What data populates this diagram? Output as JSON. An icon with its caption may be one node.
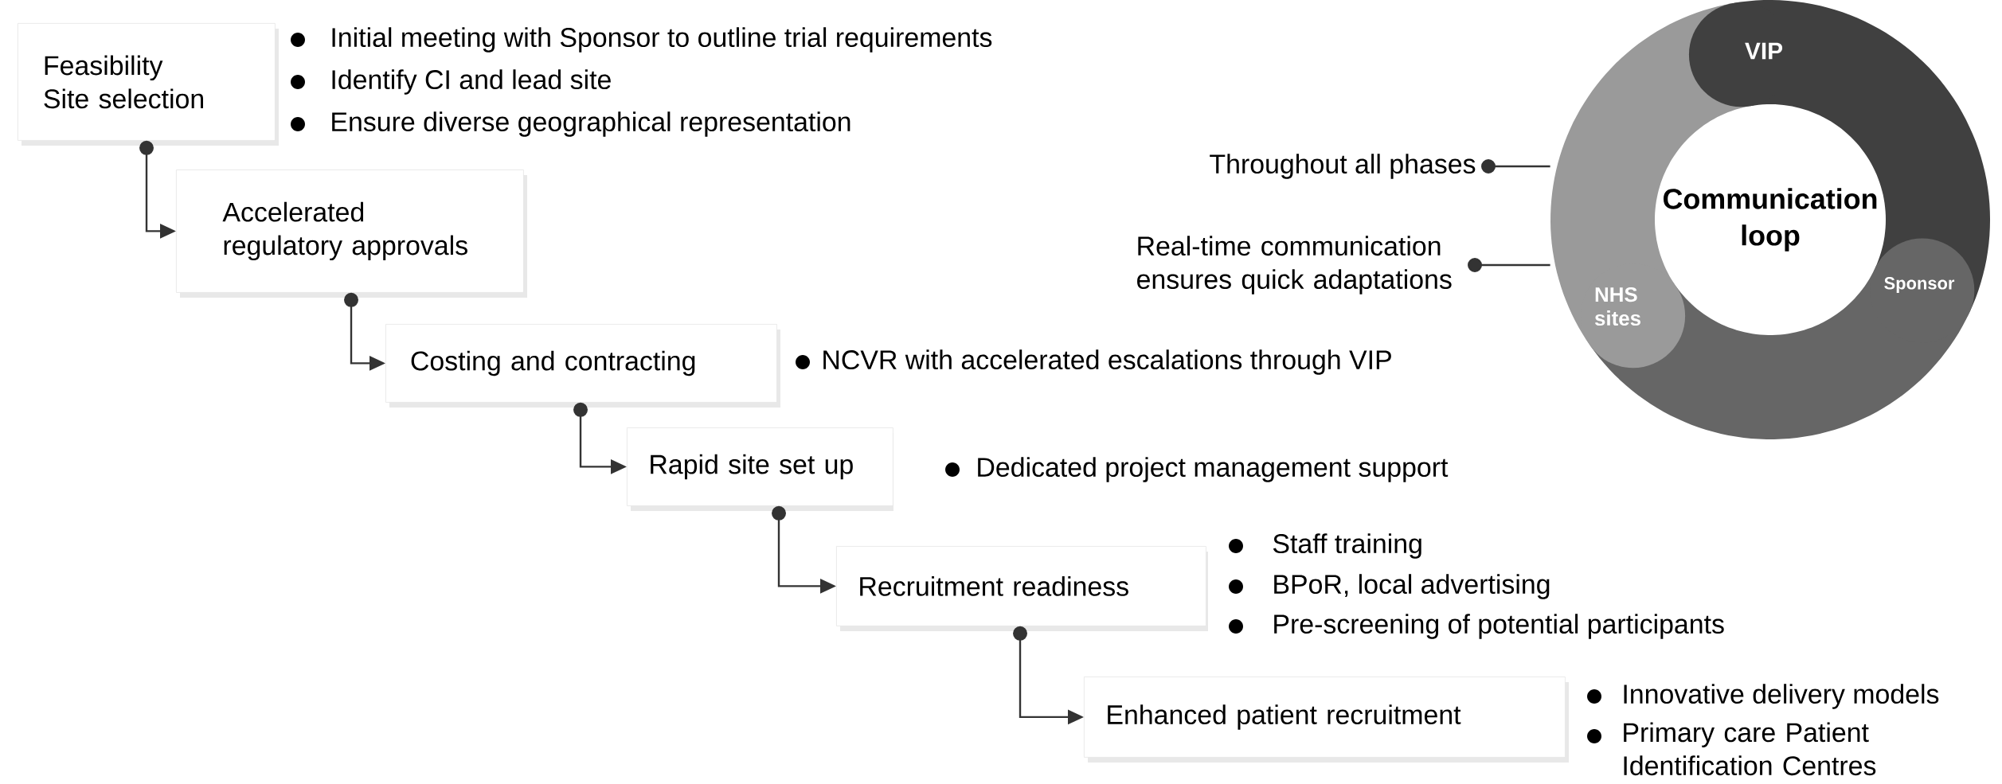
{
  "diagram": {
    "nodes": [
      {
        "text": [
          "Feasibility",
          "Site selection"
        ],
        "beside": [
          "Initial meeting with Sponsor to outline trial requirements",
          "Identify CI and lead site",
          "Ensure diverse geographical representation"
        ]
      },
      {
        "text": [
          "Accelerated regulatory approvals"
        ]
      },
      {
        "text": [
          "Costing and contracting"
        ],
        "beside": [
          "NCVR with accelerated escalations through VIP"
        ]
      },
      {
        "text": [
          "Rapid site set up"
        ],
        "beside": [
          "Dedicated project management support"
        ]
      },
      {
        "text": [
          "Recruitment readiness"
        ],
        "beside": [
          "Staff training",
          "BPoR, local advertising",
          "Pre-screening of potential participants"
        ]
      },
      {
        "text": [
          "Enhanced patient recruitment"
        ],
        "beside": [
          "Innovative delivery models",
          "Primary care Patient Identification Centres"
        ]
      },
      {
        "text": [
          "Communication loop"
        ]
      },
      {
        "text": [
          "Throughout all phases"
        ]
      },
      {
        "text": [
          "Real-time communication ensures quick adaptations"
        ]
      }
    ],
    "edges": [
      {
        "from": 0,
        "to": 1,
        "arrow": "to"
      },
      {
        "from": 1,
        "to": 2,
        "arrow": "to"
      },
      {
        "from": 2,
        "to": 3,
        "arrow": "to"
      },
      {
        "from": 3,
        "to": 4,
        "arrow": "to"
      },
      {
        "from": 4,
        "to": 5,
        "arrow": "to"
      },
      {
        "from": 7,
        "to": 6,
        "arrow": "other"
      },
      {
        "from": 8,
        "to": 6,
        "arrow": "other"
      }
    ],
    "labels": [
      "VIP",
      "Sponsor",
      "NHS sites"
    ]
  }
}
